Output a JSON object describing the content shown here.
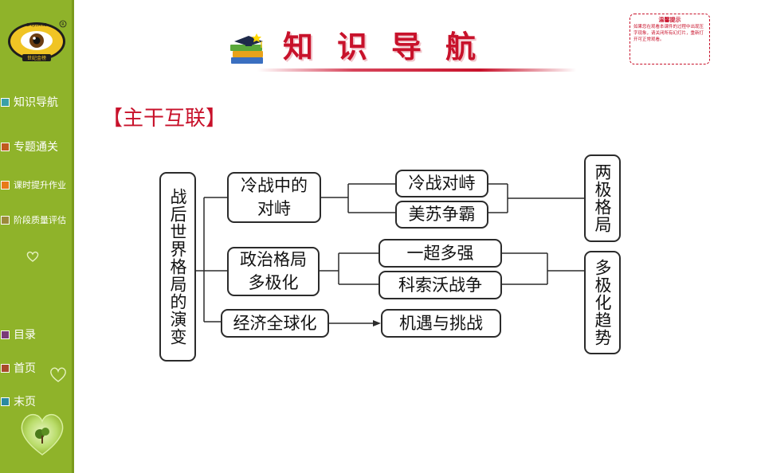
{
  "sidebar": {
    "logo_text": "SHIJIBANG",
    "logo_cn": "世纪金榜",
    "items": [
      {
        "label": "知识导航",
        "color": "#3aa0a6"
      },
      {
        "label": "专题通关",
        "color": "#c05a1e"
      },
      {
        "label": "课时提升作业",
        "color": "#e87a18"
      },
      {
        "label": "阶段质量评估",
        "color": "#9b8a3a"
      }
    ],
    "bottom_items": [
      {
        "label": "目录",
        "color": "#7a3a78"
      },
      {
        "label": "首页",
        "color": "#a84a2a"
      },
      {
        "label": "末页",
        "color": "#2a8aa0"
      }
    ]
  },
  "header": {
    "title": "知识导航",
    "icon": "book-stack-grad-cap-icon"
  },
  "notice": {
    "title": "温馨提示",
    "body": "如果您在观看本课件的过程中出现压字现象，请关闭所有幻灯片，重新打开可正常观看。"
  },
  "section": {
    "title": "【主干互联】"
  },
  "diagram": {
    "root": "战后世界格局的演变",
    "branches": [
      {
        "label_line1": "冷战中的",
        "label_line2": "对峙"
      },
      {
        "label_line1": "政治格局",
        "label_line2": "多极化"
      },
      {
        "label_line1": "经济全球化",
        "label_line2": ""
      }
    ],
    "mid": [
      "冷战对峙",
      "美苏争霸",
      "一超多强",
      "科索沃战争",
      "机遇与挑战"
    ],
    "right": [
      "两极格局",
      "多极化趋势"
    ]
  },
  "colors": {
    "sidebar_bg": "#8fb32a",
    "accent_red": "#c8122b",
    "box_border": "#2b2b2b"
  }
}
